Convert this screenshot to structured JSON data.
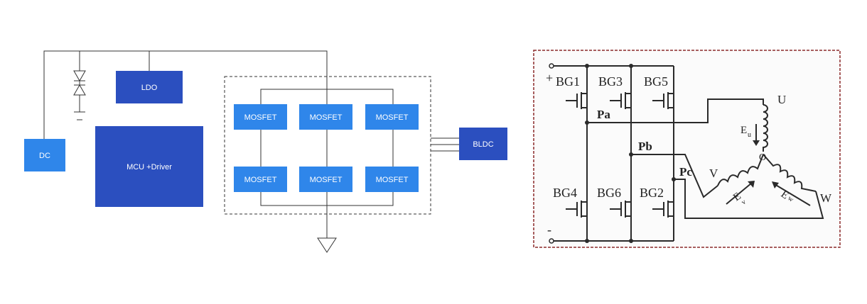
{
  "block_diagram": {
    "dc_label": "DC",
    "ldo_label": "LDO",
    "mcu_label": "MCU +Driver",
    "mosfet_label": "MOSFET",
    "bldc_label": "BLDC"
  },
  "bridge_schematic": {
    "plus": "+",
    "minus": "-",
    "switches": [
      "BG1",
      "BG3",
      "BG5",
      "BG4",
      "BG6",
      "BG2"
    ],
    "nodes": [
      "Pa",
      "Pb",
      "Pc"
    ],
    "phases": [
      "U",
      "V",
      "W"
    ],
    "neutral": "O",
    "emf": [
      "E",
      "E",
      "E"
    ],
    "emf_sub": [
      "u",
      "v",
      "w"
    ]
  },
  "colors": {
    "block_light": "#2f86ea",
    "block_dark": "#2b4fbf",
    "line": "#333333",
    "frame": "#8b2a2a"
  }
}
